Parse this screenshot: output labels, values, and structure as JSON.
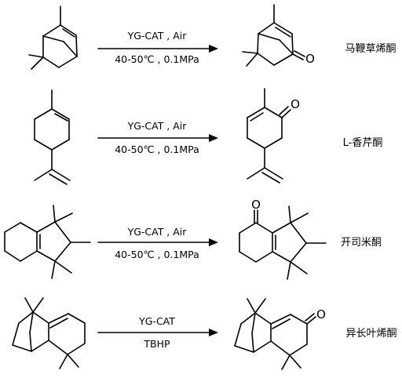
{
  "reactions": [
    {
      "above": "YG-CAT , Air",
      "below": "40-50℃ , 0.1MPa",
      "product_name": "马鞭草烯酮",
      "product_atom": "O"
    },
    {
      "above": "YG-CAT , Air",
      "below": "40-50℃ , 0.1MPa",
      "product_name": "L-香芹酮",
      "product_atom": "O"
    },
    {
      "above": "YG-CAT , Air",
      "below": "40-50℃ , 0.1MPa",
      "product_name": "开司米酮",
      "product_atom": "O"
    },
    {
      "above": "YG-CAT",
      "below": "TBHP",
      "product_name": "异长叶烯酮",
      "product_atom": "O"
    }
  ]
}
